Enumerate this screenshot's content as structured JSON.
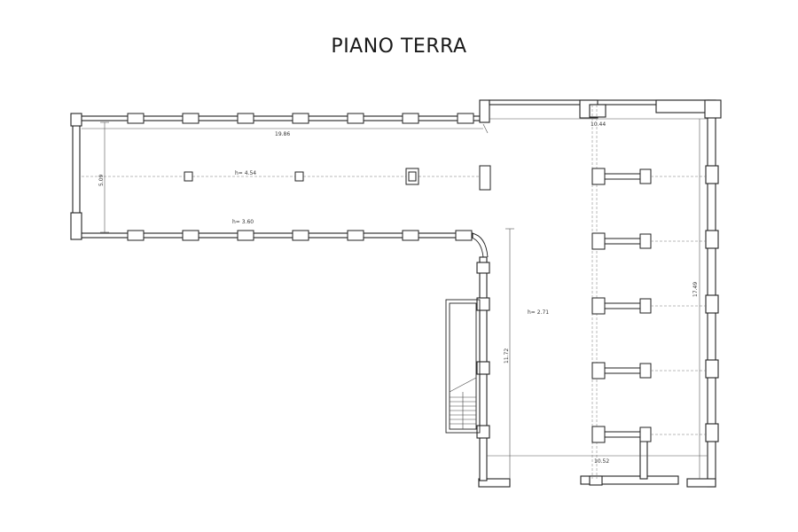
{
  "title": "PIANO TERRA",
  "dimensions": {
    "wing_length": "19.86",
    "wing_width": "5.09",
    "east_width": "10.44",
    "east_length": "17.49",
    "south_length": "11.72",
    "bottom_width": "10.52"
  },
  "heights": {
    "wing_main": "h= 4.54",
    "wing_lower": "h= 3.60",
    "hall": "h= 2.71"
  }
}
